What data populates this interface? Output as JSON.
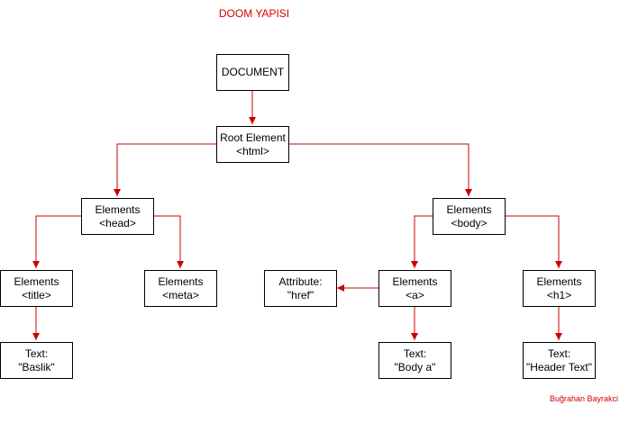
{
  "title": "DOOM YAPISI",
  "author": "Buğrahan Bayrakci",
  "colors": {
    "accent": "#cc0000",
    "box_border": "#000000"
  },
  "nodes": {
    "document": {
      "line1": "DOCUMENT"
    },
    "root": {
      "line1": "Root Element",
      "line2": "<html>"
    },
    "head": {
      "line1": "Elements",
      "line2": "<head>"
    },
    "body": {
      "line1": "Elements",
      "line2": "<body>"
    },
    "title": {
      "line1": "Elements",
      "line2": "<title>"
    },
    "meta": {
      "line1": "Elements",
      "line2": "<meta>"
    },
    "href": {
      "line1": "Attribute:",
      "line2": "\"href\""
    },
    "a": {
      "line1": "Elements",
      "line2": "<a>"
    },
    "h1": {
      "line1": "Elements",
      "line2": "<h1>"
    },
    "text_title": {
      "line1": "Text:",
      "line2": "\"Baslik\""
    },
    "text_a": {
      "line1": "Text:",
      "line2": "\"Body a\""
    },
    "text_h1": {
      "line1": "Text:",
      "line2": "\"Header Text\""
    }
  }
}
